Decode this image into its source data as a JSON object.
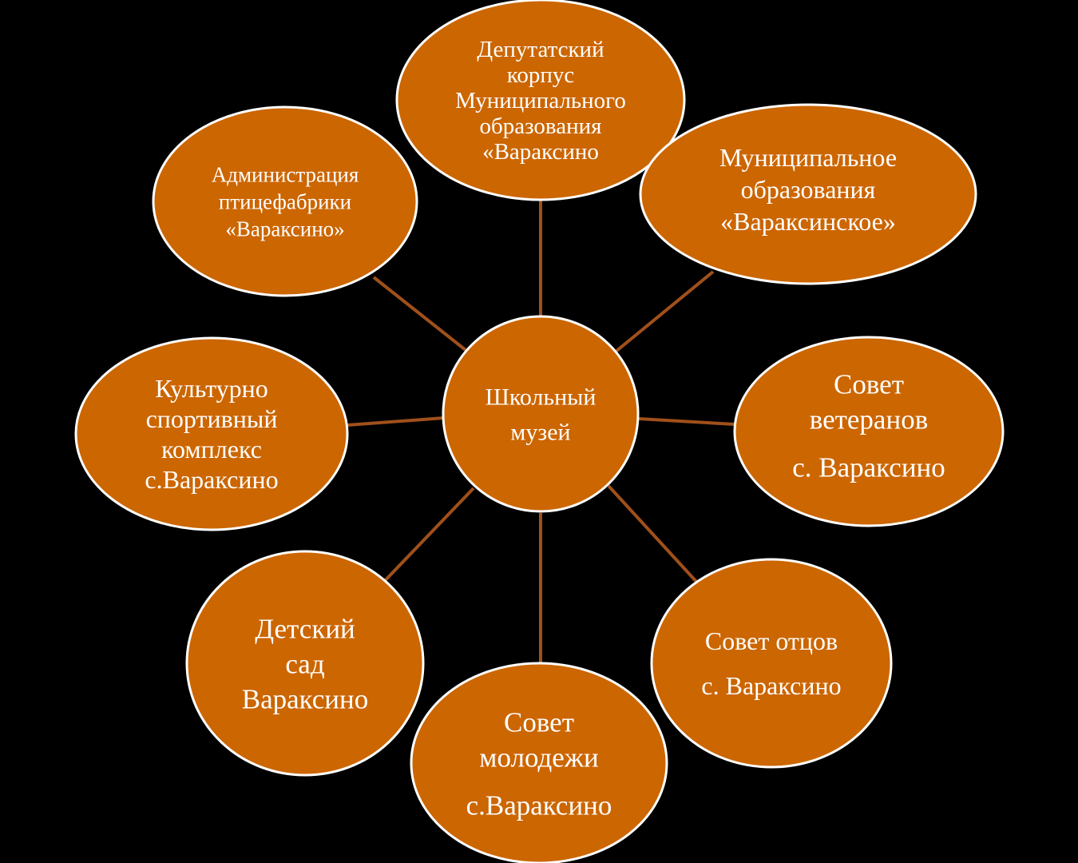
{
  "colors": {
    "background": "#000000",
    "node_fill": "#cc6600",
    "node_stroke": "#ffffff",
    "connector": "#a0501a",
    "text": "#ffffff"
  },
  "center": {
    "id": "museum",
    "lines": [
      "Школьный",
      "музей"
    ]
  },
  "nodes": [
    {
      "id": "deputies",
      "lines": [
        "Депутатский",
        "корпус",
        "Муниципального",
        "образования",
        "«Вараксино"
      ]
    },
    {
      "id": "municipality",
      "lines": [
        "Муниципальное",
        "образования",
        "«Вараксинское»"
      ]
    },
    {
      "id": "veterans",
      "lines": [
        "Совет",
        "ветеранов",
        "с. Вараксино"
      ]
    },
    {
      "id": "fathers",
      "lines": [
        "Совет отцов",
        "с. Вараксино"
      ]
    },
    {
      "id": "youth",
      "lines": [
        "Совет",
        "молодежи",
        "с.Вараксино"
      ]
    },
    {
      "id": "kindergarten",
      "lines": [
        "Детский",
        "сад",
        "Вараксино"
      ]
    },
    {
      "id": "sports",
      "lines": [
        "Культурно",
        "спортивный",
        "комплекс",
        "с.Вараксино"
      ]
    },
    {
      "id": "poultry",
      "lines": [
        "Администрация",
        "птицефабрики",
        "«Вараксино»"
      ]
    }
  ]
}
